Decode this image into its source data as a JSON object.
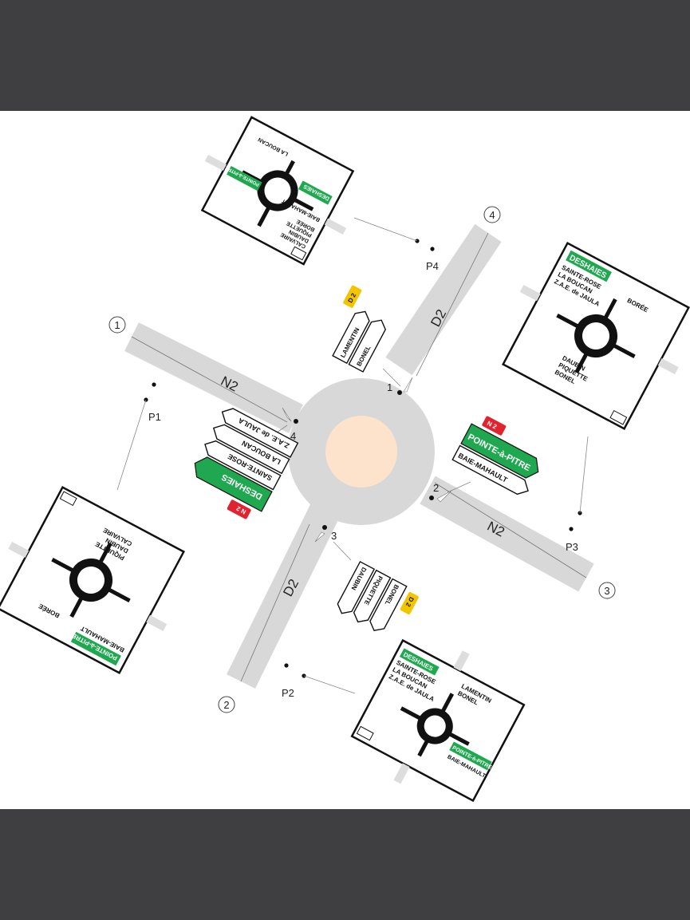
{
  "roads": {
    "north": "D2",
    "south": "D2",
    "west": "N2",
    "east": "N2"
  },
  "branch_numbers": [
    "1",
    "2",
    "3",
    "4"
  ],
  "approach_numbers": [
    "1",
    "2",
    "3",
    "4"
  ],
  "panel_points": [
    "P1",
    "P2",
    "P3",
    "P4"
  ],
  "destinations": {
    "pointe": "POINTE-à-PITRE",
    "baie": "BAIE-MAHAULT",
    "deshaies": "DESHAIES",
    "sainte_rose": "SAINTE-ROSE",
    "boucan": "LA BOUCAN",
    "zae": "Z.A.E. de JAULA",
    "lamentin": "LAMENTIN",
    "bonel": "BONEL",
    "daubin": "DAUBIN",
    "piquette": "PIQUETTE",
    "calvaire": "CALVAIRE",
    "boree": "BORÉE"
  },
  "route_badges": {
    "n2": "N 2",
    "d2": "D 2"
  },
  "panel_ids": {
    "p1": "P1",
    "p2": "P2",
    "p3": "P3",
    "p4": "P4"
  },
  "colors": {
    "page_bg": "#3f3f41",
    "road": "#d8d8d8",
    "island": "#fde3cb",
    "sign_green": "#1fa84f",
    "badge_red": "#e0232e",
    "badge_yellow": "#f2c500"
  }
}
